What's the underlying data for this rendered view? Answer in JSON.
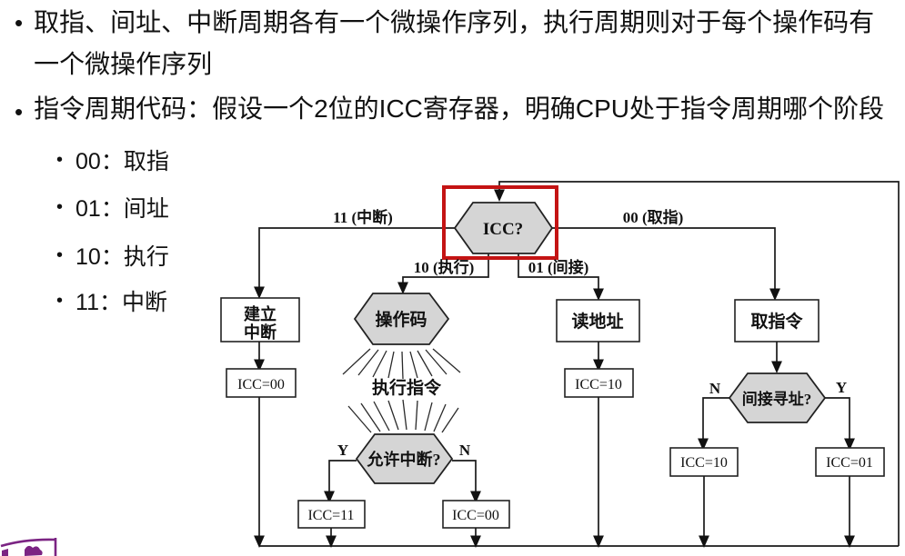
{
  "slide": {
    "bullets": [
      "取指、间址、中断周期各有一个微操作序列，执行周期则对于每个操作码有一个微操作序列",
      "指令周期代码：假设一个2位的ICC寄存器，明确CPU处于指令周期哪个阶段"
    ],
    "sub_bullets": [
      "00：取指",
      "01：间址",
      "10：执行",
      "11：中断"
    ],
    "bullet_glyph": "•"
  },
  "diagram": {
    "decisions": {
      "icc": "ICC?",
      "opcode": "操作码",
      "allow_interrupt": "允许中断?",
      "indirect_addressing": "间接寻址?"
    },
    "processes": {
      "setup_line1": "建立",
      "setup_line2": "中断",
      "read_address": "读地址",
      "fetch_instruction": "取指令",
      "execute_instruction": "执行指令"
    },
    "branch_labels": {
      "interrupt": "11 (中断)",
      "fetch": "00 (取指)",
      "execute": "10 (执行)",
      "indirect": "01 (间接)"
    },
    "assignments": {
      "left_icc00": "ICC=00",
      "exec_y_icc11": "ICC=11",
      "exec_n_icc00": "ICC=00",
      "indirect_icc10": "ICC=10",
      "fetch_n_icc10": "ICC=10",
      "fetch_y_icc01": "ICC=01"
    },
    "yn": {
      "y": "Y",
      "n": "N"
    },
    "colors": {
      "highlight_box": "#c41414",
      "shape_fill": "#d5d5d5",
      "line": "#1a1a1a",
      "logo_purple": "#7b2483"
    }
  }
}
